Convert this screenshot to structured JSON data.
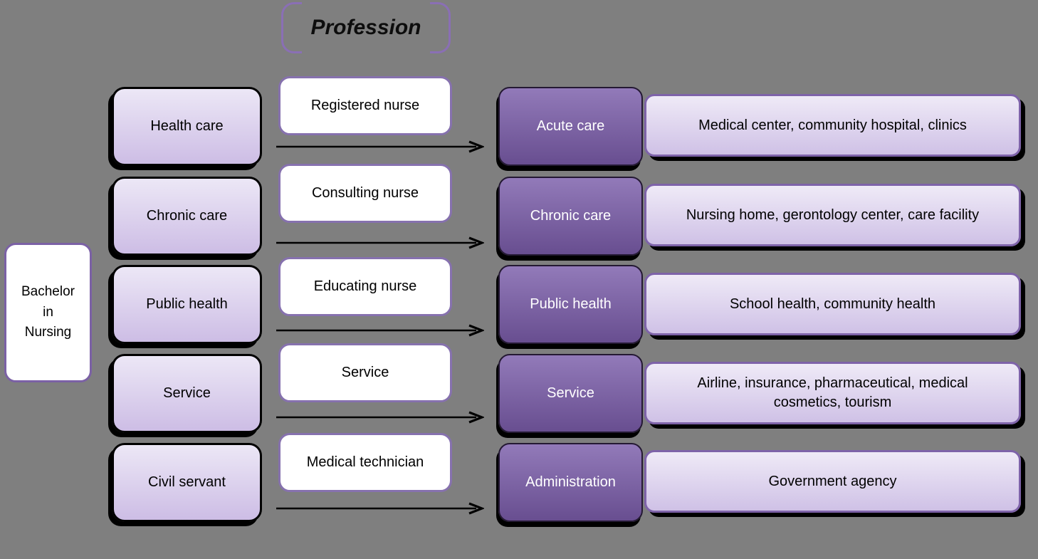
{
  "header": {
    "title": "Profession"
  },
  "degree_box": {
    "line1": "Bachelor",
    "line2": "in",
    "line3": "Nursing"
  },
  "rows": [
    {
      "source": "Health care",
      "profession": "Registered nurse",
      "field": "Acute care",
      "workplaces": "Medical center, community hospital, clinics"
    },
    {
      "source": "Chronic care",
      "profession": "Consulting nurse",
      "field": "Chronic care",
      "workplaces": "Nursing home, gerontology center, care facility"
    },
    {
      "source": "Public health",
      "profession": "Educating nurse",
      "field": "Public health",
      "workplaces": "School health, community health"
    },
    {
      "source": "Service",
      "profession": "Service",
      "field": "Service",
      "workplaces": "Airline, insurance, pharmaceutical, medical cosmetics, tourism"
    },
    {
      "source": "Civil servant",
      "profession": "Medical technician",
      "field": "Administration",
      "workplaces": "Government agency"
    }
  ],
  "colors": {
    "background": "#7f7f7f",
    "light_box_top": "#ece7f6",
    "light_box_bottom": "#cdbde5",
    "dark_box_top": "#927ab9",
    "dark_box_bottom": "#684e90",
    "purple_border": "#8671ae",
    "dark_border": "#241933",
    "arrow": "#000000",
    "text_dark": "#000000",
    "text_light": "#ffffff"
  }
}
